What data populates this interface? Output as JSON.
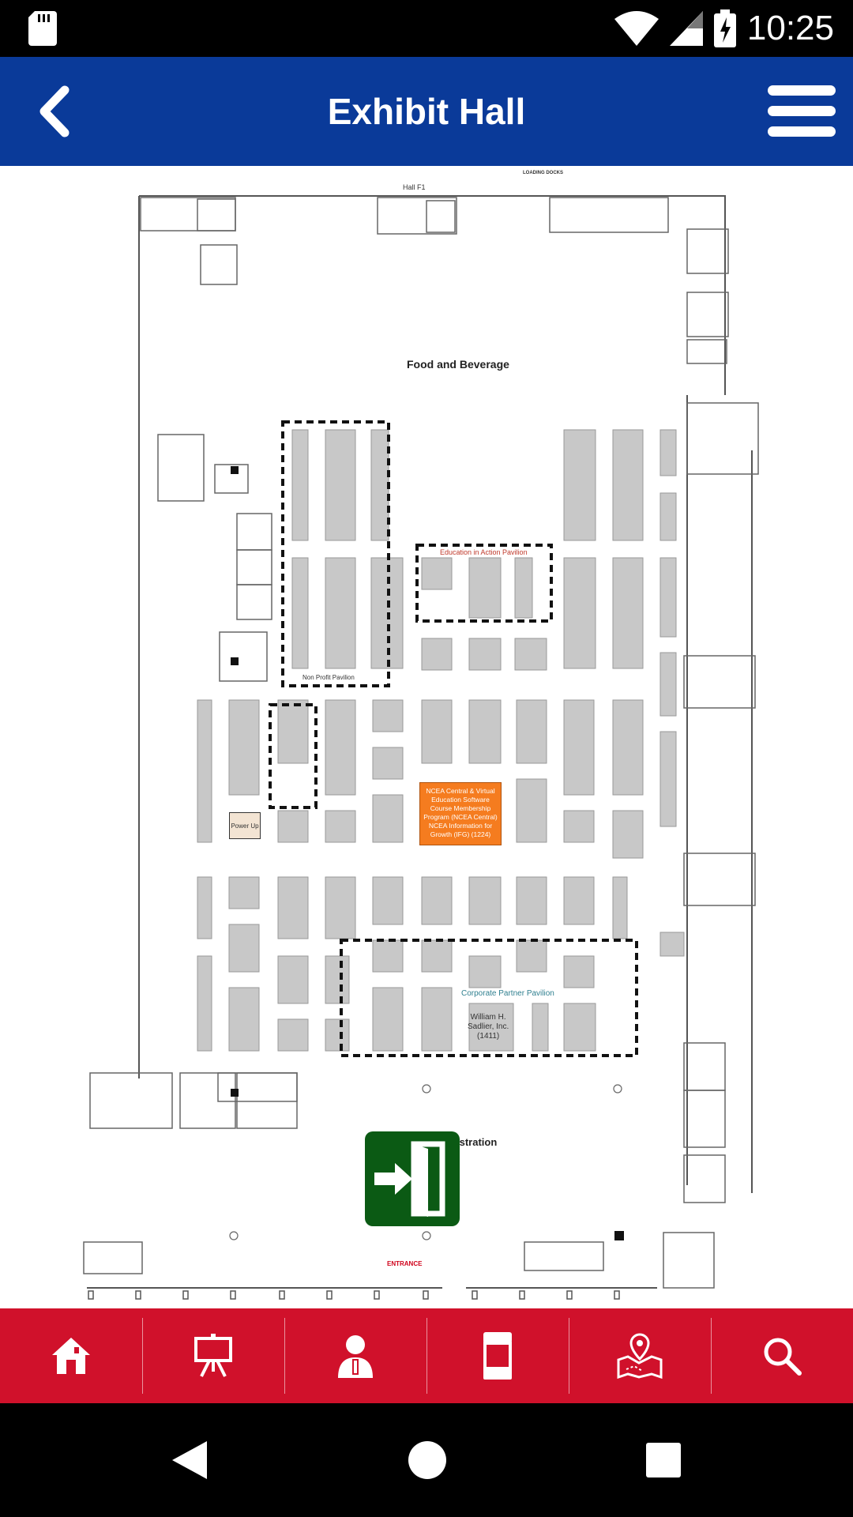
{
  "status_bar": {
    "time": "10:25",
    "icons": [
      "sd-card-icon",
      "wifi-icon",
      "cellular-signal-icon",
      "battery-charging-icon"
    ]
  },
  "header": {
    "title": "Exhibit Hall",
    "back_icon": "chevron-left-icon",
    "menu_icon": "hamburger-menu-icon",
    "background": "#0a3a99"
  },
  "map": {
    "loading_dock": "LOADING DOCKS",
    "hall_label": "Hall F1",
    "food_label": "Food and Beverage",
    "edu_pavilion": "Education in Action Pavilion",
    "nonprofit_pavilion": "Non Profit Pavilion",
    "corporate_pavilion": "Corporate Partner Pavilion",
    "sadlier_booth": "William H. Sadlier, Inc. (1411)",
    "power_up": "Power Up",
    "orange_booth": "NCEA Central & Virtual Education Software Course Membership Program (NCEA Central) NCEA Information for Growth (IFG) (1224)",
    "registration": "istration",
    "entrance": "ENTRANCE",
    "exit_icon": "exit-door-icon",
    "accent_orange": "#f57c1f"
  },
  "bottom_nav": {
    "background": "#d0112b",
    "items": [
      {
        "name": "home",
        "icon": "home-icon"
      },
      {
        "name": "presentations",
        "icon": "easel-icon"
      },
      {
        "name": "speakers",
        "icon": "speaker-icon"
      },
      {
        "name": "exhibitors",
        "icon": "booth-icon"
      },
      {
        "name": "maps",
        "icon": "map-pin-icon"
      },
      {
        "name": "search",
        "icon": "search-icon"
      }
    ]
  },
  "system_nav": {
    "icons": [
      "back-triangle-icon",
      "home-circle-icon",
      "recents-square-icon"
    ]
  }
}
